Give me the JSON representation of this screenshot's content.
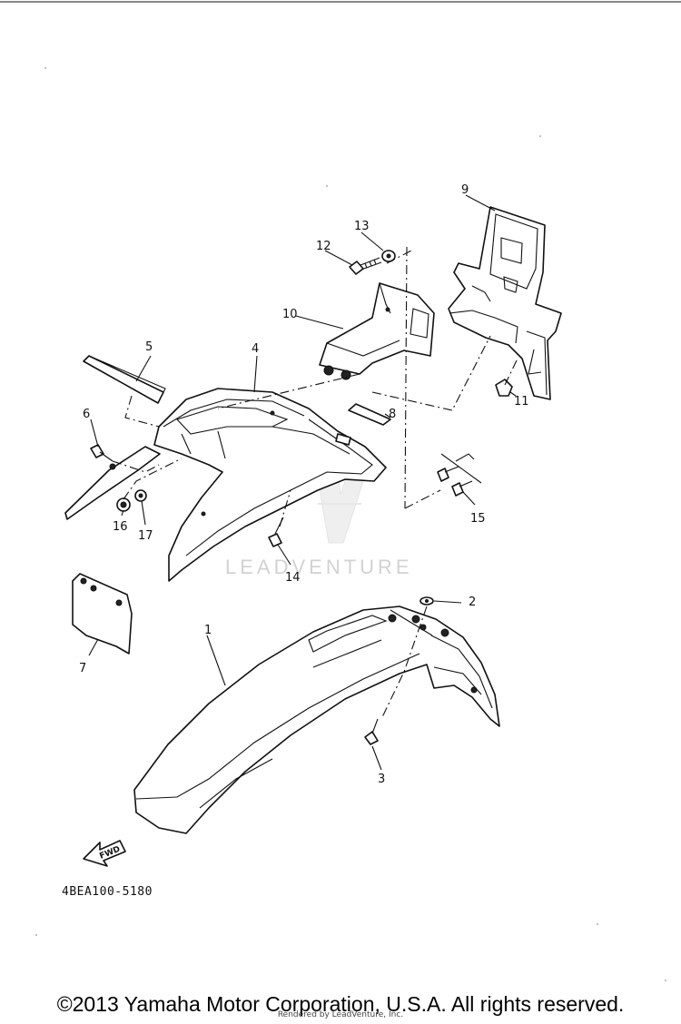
{
  "diagram": {
    "part_numbers": [
      "1",
      "2",
      "3",
      "4",
      "5",
      "6",
      "7",
      "8",
      "9",
      "10",
      "11",
      "12",
      "13",
      "14",
      "15",
      "16",
      "17"
    ],
    "diagram_code": "4BEA100-5180",
    "direction_label": "FWD",
    "watermark": "LEADVENTURE"
  },
  "footer": {
    "copyright": "©2013 Yamaha Motor Corporation, U.S.A. All rights reserved.",
    "rendered_by": "Rendered by LeadVenture, Inc."
  }
}
